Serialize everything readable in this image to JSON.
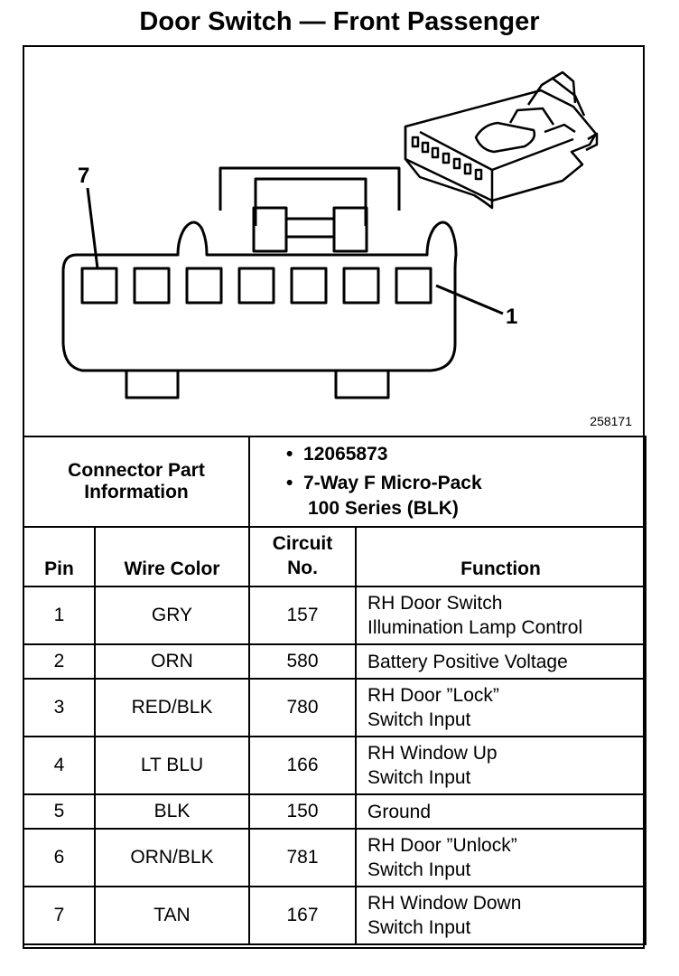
{
  "title": "Door Switch — Front Passenger",
  "diagram": {
    "pin_label_left": "7",
    "pin_label_right": "1",
    "figure_id": "258171"
  },
  "connector": {
    "label_line1": "Connector Part",
    "label_line2": "Information",
    "part_number": "12065873",
    "desc_line1": "7-Way F Micro-Pack",
    "desc_line2": "100 Series (BLK)"
  },
  "headers": {
    "pin": "Pin",
    "wire_color": "Wire Color",
    "circuit_line1": "Circuit",
    "circuit_line2": "No.",
    "function": "Function"
  },
  "rows": [
    {
      "pin": "1",
      "color": "GRY",
      "circuit": "157",
      "f1": "RH Door Switch",
      "f2": "Illumination Lamp Control"
    },
    {
      "pin": "2",
      "color": "ORN",
      "circuit": "580",
      "f1": "Battery Positive Voltage",
      "f2": ""
    },
    {
      "pin": "3",
      "color": "RED/BLK",
      "circuit": "780",
      "f1": "RH Door ”Lock”",
      "f2": "Switch Input"
    },
    {
      "pin": "4",
      "color": "LT BLU",
      "circuit": "166",
      "f1": "RH Window Up",
      "f2": "Switch Input"
    },
    {
      "pin": "5",
      "color": "BLK",
      "circuit": "150",
      "f1": "Ground",
      "f2": ""
    },
    {
      "pin": "6",
      "color": "ORN/BLK",
      "circuit": "781",
      "f1": "RH Door ”Unlock”",
      "f2": "Switch Input"
    },
    {
      "pin": "7",
      "color": "TAN",
      "circuit": "167",
      "f1": "RH Window Down",
      "f2": "Switch Input"
    }
  ]
}
